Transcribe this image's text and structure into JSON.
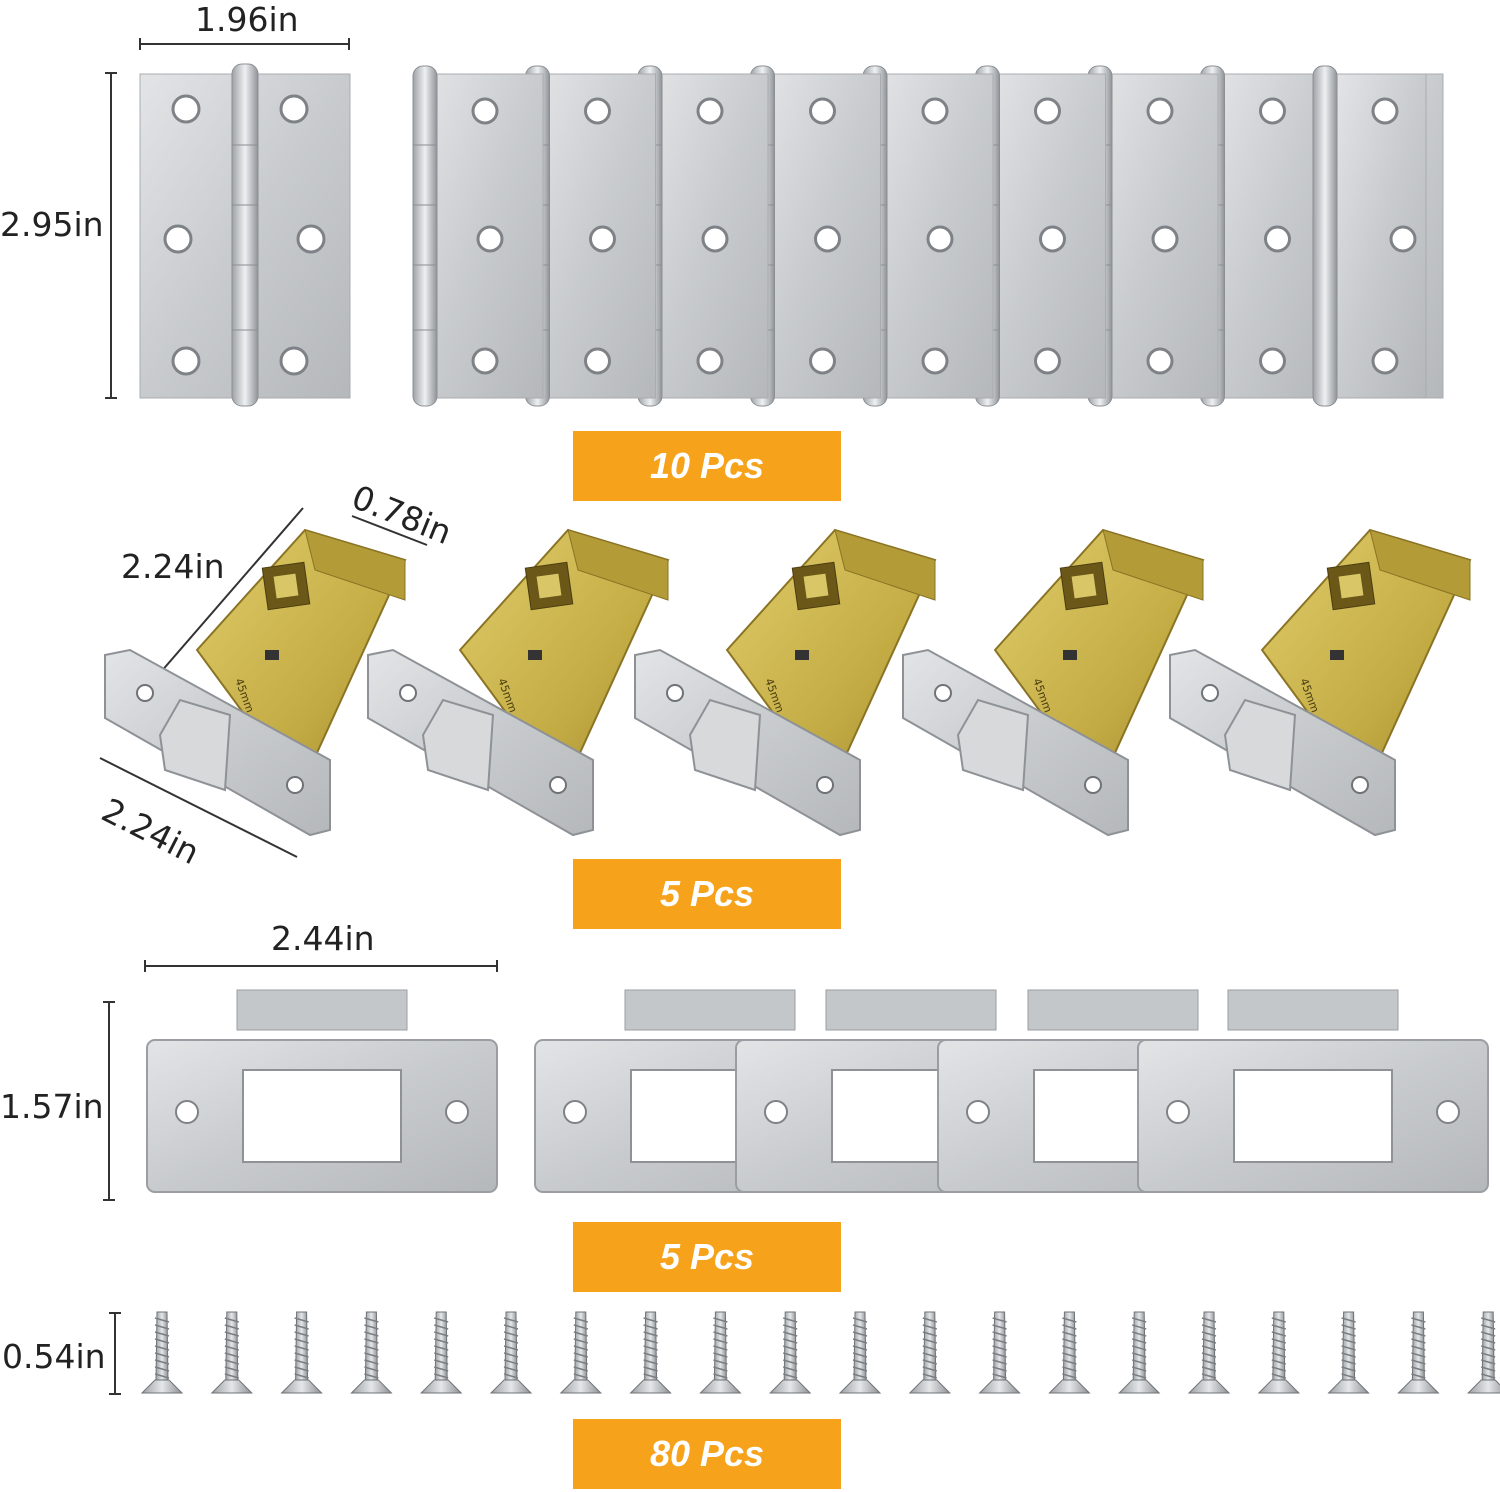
{
  "hinges": {
    "width_label": "1.96in",
    "height_label": "2.95in",
    "quantity": "10 Pcs",
    "count": 10
  },
  "latches": {
    "length_label_top": "2.24in",
    "width_label": "0.78in",
    "length_label_bottom": "2.24in",
    "stamp_text": "45mm",
    "quantity": "5 Pcs",
    "count": 5
  },
  "strike_plates": {
    "width_label": "2.44in",
    "height_label": "1.57in",
    "quantity": "5 Pcs",
    "count": 5
  },
  "screws": {
    "length_label": "0.54in",
    "quantity": "80 Pcs",
    "shown": 20
  },
  "colors": {
    "badge": "#f7a21b",
    "steel": "#c9cccf",
    "brass": "#c8b24a"
  }
}
